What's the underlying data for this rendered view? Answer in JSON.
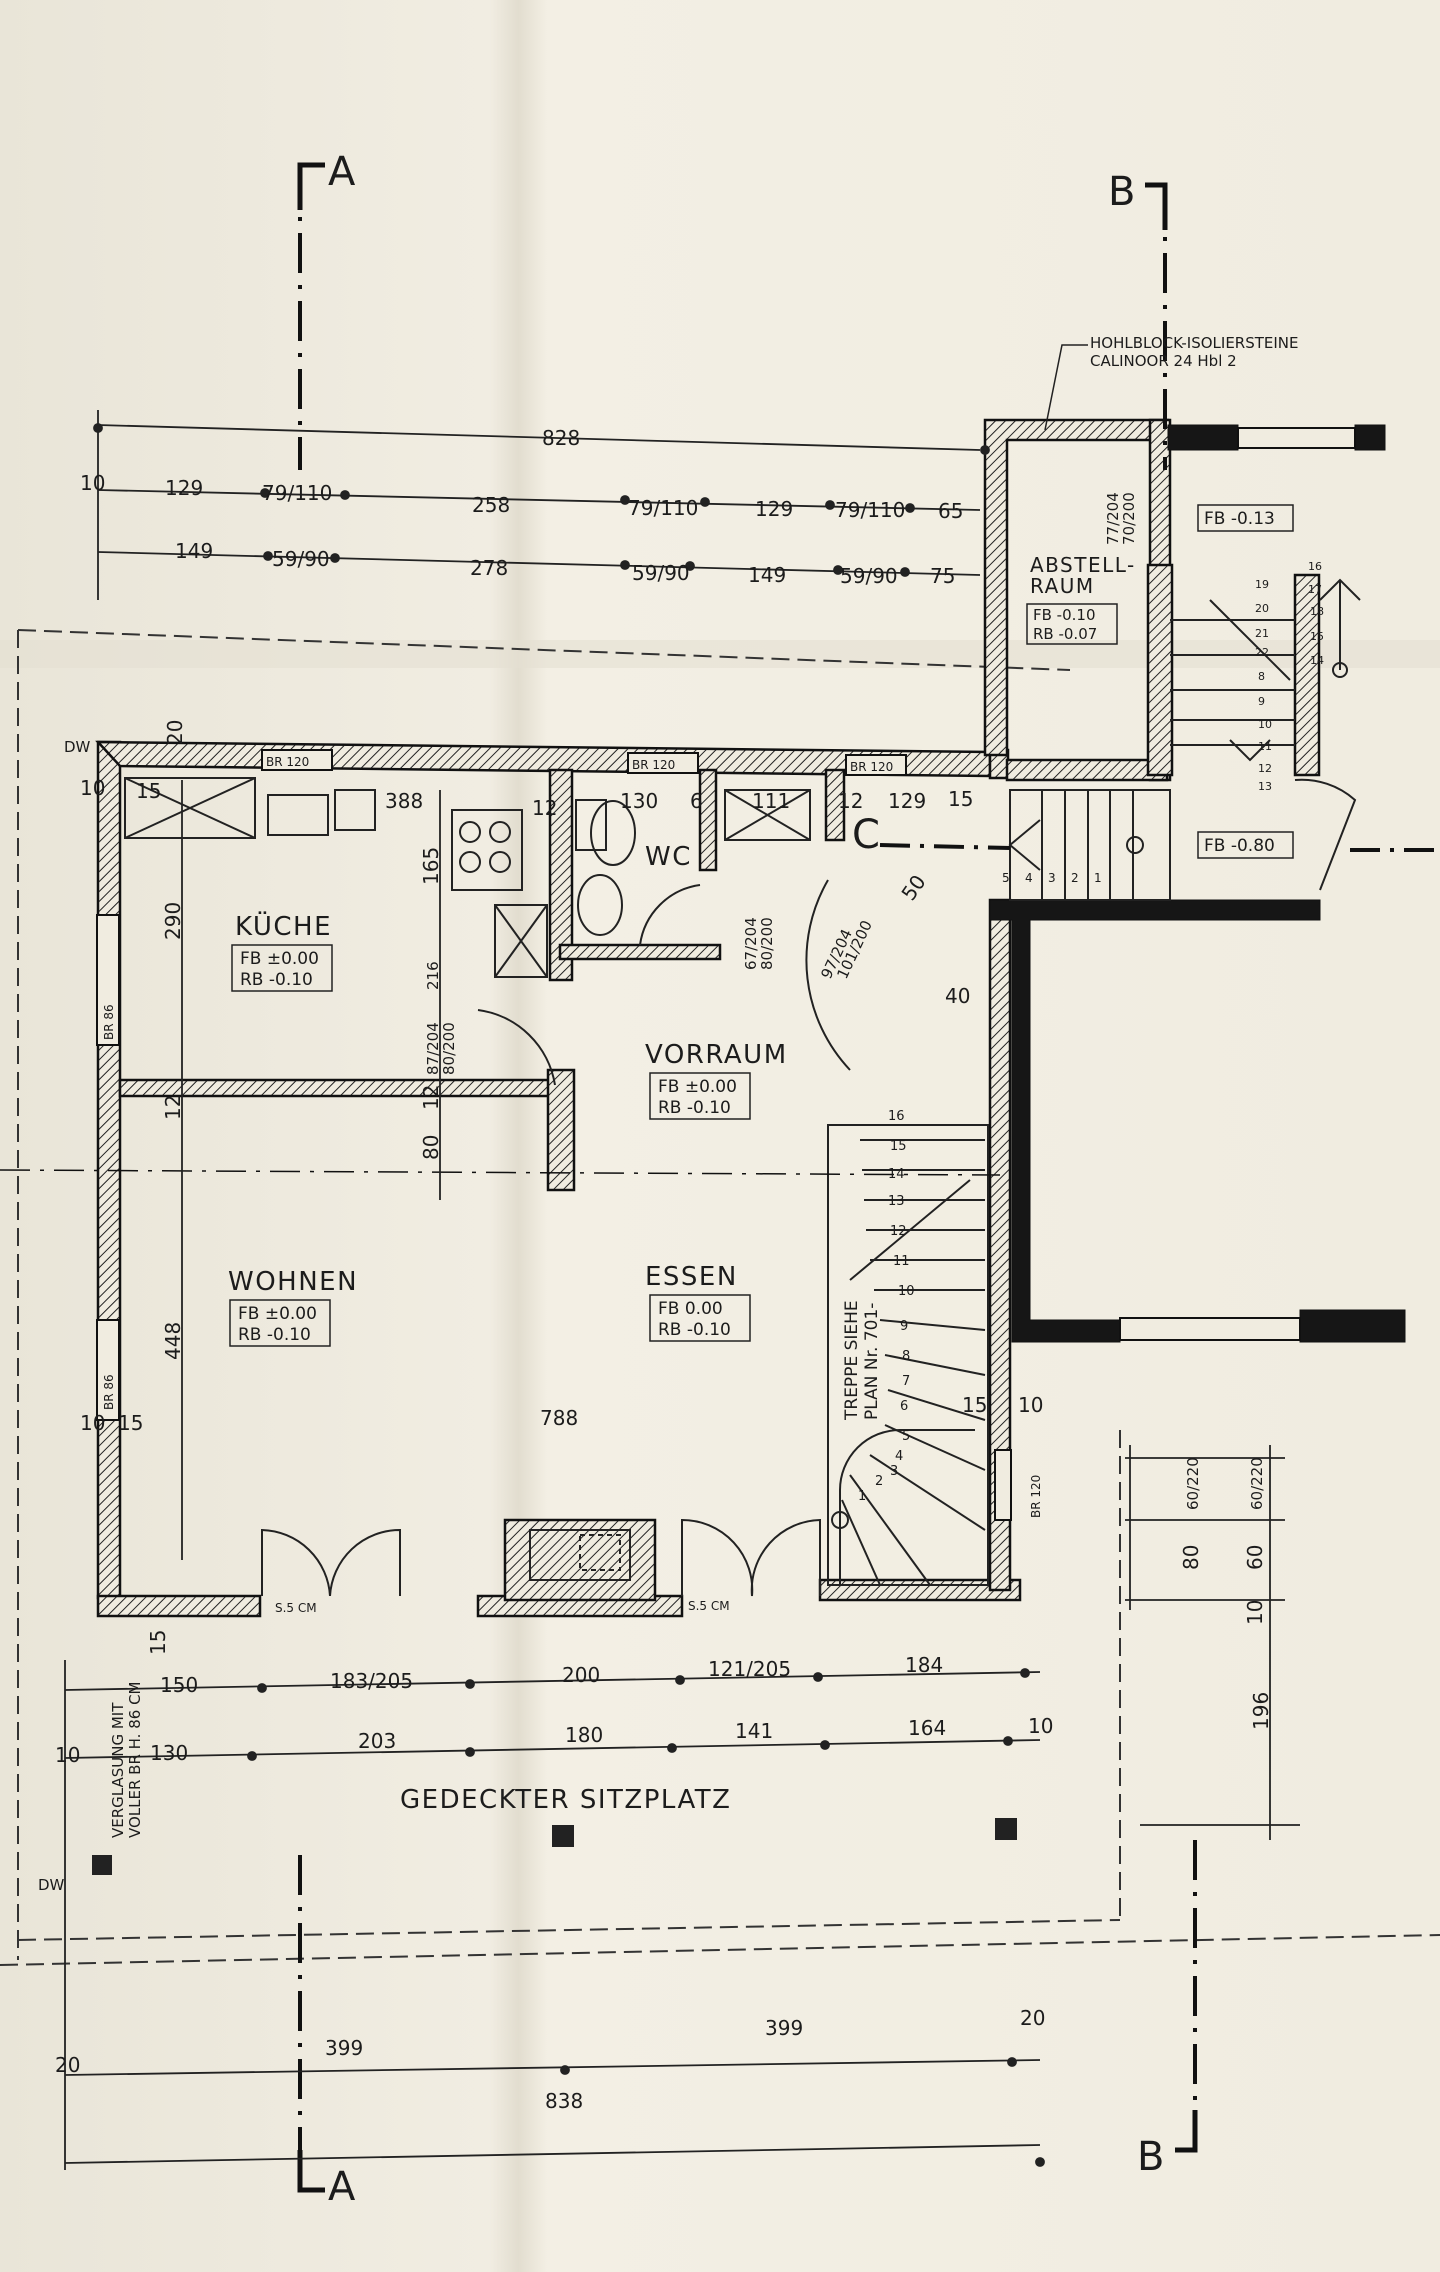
{
  "rooms": {
    "kueche": {
      "name": "KÜCHE",
      "fb": "FB ±0.00",
      "rb": "RB -0.10"
    },
    "vorraum": {
      "name": "VORRAUM",
      "fb": "FB ±0.00",
      "rb": "RB -0.10"
    },
    "wohnen": {
      "name": "WOHNEN",
      "fb": "FB ±0.00",
      "rb": "RB -0.10"
    },
    "essen": {
      "name": "ESSEN",
      "fb": "FB 0.00",
      "rb": "RB -0.10"
    },
    "wc": {
      "name": "WC"
    },
    "abstellraum": {
      "line1": "ABSTELL-",
      "line2": "RAUM",
      "fb": "FB -0.10",
      "rb": "RB -0.07"
    },
    "sitzplatz": {
      "name": "GEDECKTER SITZPLATZ"
    }
  },
  "levels": {
    "fb_013": "FB -0.13",
    "fb_080": "FB -0.80"
  },
  "notes": {
    "hohlblock_1": "HOHLBLOCK-ISOLIERSTEINE",
    "hohlblock_2": "CALINOOR 24 Hbl 2",
    "treppe_1": "TREPPE SIEHE",
    "treppe_2": "PLAN Nr. 701-",
    "verglasung_1": "VERGLASUNG MIT",
    "verglasung_2": "VOLLER BR H. 86 CM"
  },
  "sections": {
    "a": "A",
    "b": "B",
    "c": "C"
  },
  "wall_labels": {
    "dw": "DW",
    "br120": "BR 120",
    "br86": "BR 86",
    "s5cm": "S.5 CM"
  },
  "dims_top": {
    "total": "828",
    "row1": [
      "10",
      "129",
      "79/110",
      "258",
      "79/110",
      "129",
      "79/110",
      "65"
    ],
    "row2": [
      "149",
      "59/90",
      "278",
      "59/90",
      "149",
      "59/90",
      "75"
    ]
  },
  "dims_bottom": {
    "row1": [
      "150",
      "183/205",
      "200",
      "121/205",
      "184"
    ],
    "row2": [
      "10",
      "130",
      "203",
      "180",
      "141",
      "164",
      "10"
    ],
    "row3": [
      "20",
      "399",
      "399",
      "20"
    ],
    "total": "838"
  },
  "dims_inner": {
    "k_388": "388",
    "k_165": "165",
    "k_290": "290",
    "k_12a": "12",
    "k_12b": "12",
    "w_448": "448",
    "w_788": "788",
    "v_12": "12",
    "v_130": "130",
    "v_6": "6",
    "v_111": "111",
    "v_12b": "12",
    "v_129": "129",
    "v_15": "15",
    "v_40": "40",
    "v_50": "50",
    "d_67_204": "67/204",
    "d_80_200": "80/200",
    "d_97_204": "97/204",
    "d_101_200": "101/200",
    "d_87_204": "87/204",
    "d_80_200b": "80/200",
    "d_77_204": "77/204",
    "d_70_200": "70/200",
    "e_15": "15",
    "e_10": "10",
    "w_10": "10",
    "w_15": "15",
    "w_20": "20",
    "w_15b": "15",
    "w_10b": "10",
    "w_12": "12",
    "w_80": "80",
    "w_216": "216",
    "r_6020": "60/220",
    "r_6020b": "60/220",
    "r_80": "80",
    "r_60": "60",
    "r_10": "10",
    "r_196": "196"
  },
  "stair_numbers": [
    "1",
    "2",
    "3",
    "4",
    "5",
    "6",
    "7",
    "8",
    "9",
    "10",
    "11",
    "12",
    "13",
    "14",
    "15",
    "16"
  ],
  "ext_stair_numbers": [
    "5",
    "4",
    "3",
    "2",
    "1"
  ],
  "side_stair_numbers": [
    "19",
    "20",
    "21",
    "22",
    "8",
    "9",
    "10",
    "11",
    "12",
    "13",
    "16",
    "17",
    "18",
    "15",
    "14"
  ]
}
